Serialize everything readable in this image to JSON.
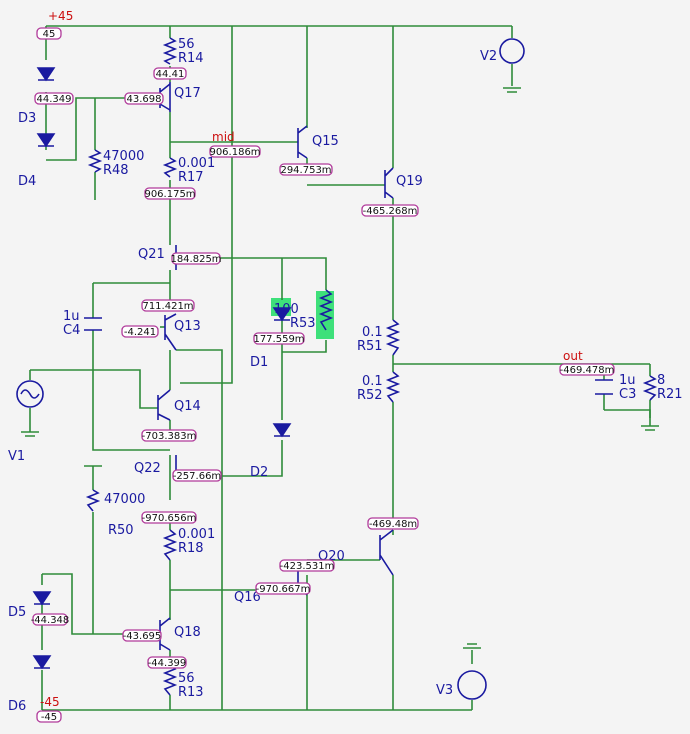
{
  "rails": {
    "pos_label": "+45",
    "neg_label": "-45",
    "mid_label": "mid",
    "out_label": "out"
  },
  "probes": {
    "pos": "45",
    "q14r14": "44.41",
    "d3": "44.349",
    "q17b": "43.698",
    "mid": "906.186m",
    "q15e": "294.753m",
    "q19e": "-465.268m",
    "q17e": "906.175m",
    "q21": "184.825m",
    "q13c": "711.421m",
    "q13b": "-4.241",
    "d1": "177.559m",
    "out": "-469.478m",
    "q14e": "-703.383m",
    "q22": "-257.66m",
    "q18c": "-970.656m",
    "q20e": "-469.48m",
    "q20b": "-423.531m",
    "q16": "-970.667m",
    "d5": "-44.348",
    "q18b": "-43.695",
    "q18e": "-44.399",
    "neg": "-45"
  },
  "components": {
    "r14_value": "56",
    "r14_name": "R14",
    "q17": "Q17",
    "d3": "D3",
    "d4": "D4",
    "r48_value": "47000",
    "r48_name": "R48",
    "r17_value": "0.001",
    "r17_name": "R17",
    "q15": "Q15",
    "q19": "Q19",
    "v2": "V2",
    "q21": "Q21",
    "c4_value": "1u",
    "c4_name": "C4",
    "q13": "Q13",
    "r53_value": "100",
    "r53_name": "R53",
    "d1": "D1",
    "r51_value": "0.1",
    "r51_name": "R51",
    "r52_value": "0.1",
    "r52_name": "R52",
    "c3_value": "1u",
    "c3_name": "C3",
    "r21_value": "8",
    "r21_name": "R21",
    "v1": "V1",
    "q14": "Q14",
    "q22": "Q22",
    "d2": "D2",
    "r50_value": "47000",
    "r50_name": "R50",
    "r18_value": "0.001",
    "r18_name": "R18",
    "q20": "Q20",
    "q16": "Q16",
    "d5": "D5",
    "d6": "D6",
    "q18": "Q18",
    "r13_value": "56",
    "r13_name": "R13",
    "v3": "V3"
  },
  "colors": {
    "wire": "#2e8b3a",
    "part": "#1a1aa0",
    "rail_text": "#cc1010",
    "probe_border": "#b03a9a",
    "highlight": "#3ee07a"
  }
}
